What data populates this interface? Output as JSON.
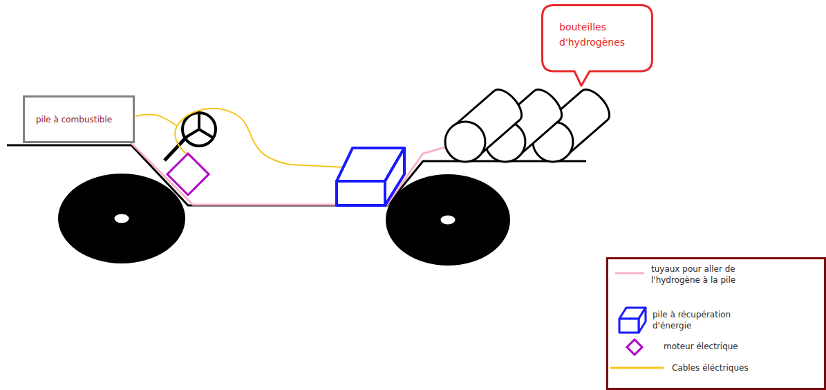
{
  "diagram": {
    "nodes": [
      {
        "text": [
          "pile à combustible"
        ]
      },
      {
        "text": [
          "bouteilles d'hydrogènes"
        ]
      }
    ],
    "legend": [
      {
        "text": "tuyaux pour aller de l'hydrogène à la pile"
      },
      {
        "text": "pile à récupération d'énergie"
      },
      {
        "text": "moteur électrique"
      },
      {
        "text": "Cables éléctriques"
      }
    ]
  }
}
